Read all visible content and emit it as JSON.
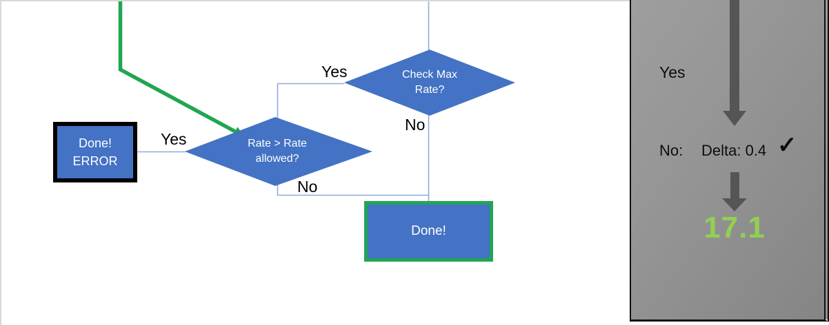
{
  "flowchart": {
    "nodes": {
      "check_max": {
        "line1": "Check Max",
        "line2": "Rate?"
      },
      "rate_allowed": {
        "line1": "Rate > Rate",
        "line2": "allowed?"
      },
      "done_error": {
        "line1": "Done!",
        "line2": "ERROR"
      },
      "done": {
        "label": "Done!"
      }
    },
    "labels": {
      "yes_upper": "Yes",
      "no_upper": "No",
      "yes_lower": "Yes",
      "no_lower": "No"
    },
    "colors": {
      "node_fill": "#4472C4",
      "connector": "#8FAADC",
      "highlight_green": "#20A64F",
      "done_border_green": "#23A455",
      "error_border_black": "#000000"
    }
  },
  "side_panel": {
    "yes_label": "Yes",
    "no_label": "No:",
    "delta_text": "Delta: 0.4",
    "checkmark": "✓",
    "result_value": "17.1",
    "colors": {
      "result_green": "#92D050",
      "arrow_gray": "#575454"
    }
  }
}
